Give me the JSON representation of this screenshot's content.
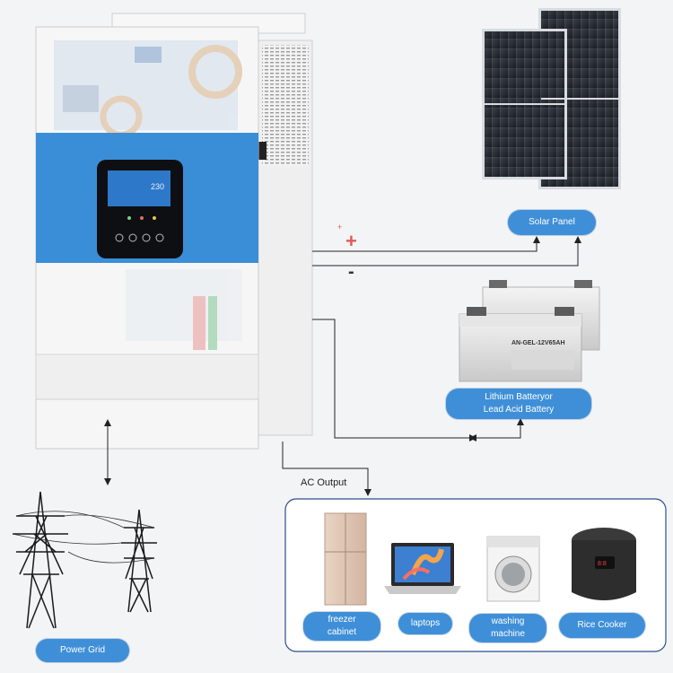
{
  "labels": {
    "solar_panel": "Solar Panel",
    "positive": "+",
    "negative": "-",
    "battery_line1": "Lithium Batteryor",
    "battery_line2": "Lead Acid Battery",
    "ac_output": "AC Output",
    "power_grid": "Power Grid",
    "freezer_line1": "freezer",
    "freezer_line2": "cabinet",
    "laptops": "laptops",
    "washing_line1": "washing",
    "washing_line2": "machine",
    "rice_cooker": "Rice Cooker"
  },
  "battery_print": "AN-GEL-12V65AH",
  "lcd_readout": "230",
  "colors": {
    "pill_blue": "#3f8fd8",
    "inverter_band": "#3a8ed8",
    "positive_red": "#e05a5a",
    "negative_dark": "#333333",
    "frame_blue": "#2a4f8c"
  }
}
